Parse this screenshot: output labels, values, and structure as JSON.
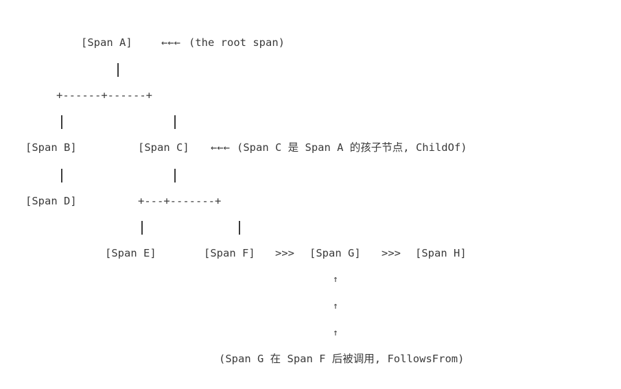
{
  "diagram": {
    "span_a": "[Span A]",
    "arrow_a": "←←←",
    "note_a": "(the root span)",
    "tree_split_top": "+------+------+",
    "span_b": "[Span B]",
    "span_c": "[Span C]",
    "arrow_c": "←←←",
    "note_c": "(Span C 是 Span A 的孩子节点, ChildOf)",
    "span_d": "[Span D]",
    "tree_split_bottom": "+---+-------+",
    "span_e": "[Span E]",
    "span_f": "[Span F]",
    "seq_1": ">>>",
    "span_g": "[Span G]",
    "seq_2": ">>>",
    "span_h": "[Span H]",
    "up_arrow": "↑",
    "note_g": "(Span G 在 Span F 后被调用, FollowsFrom)"
  }
}
